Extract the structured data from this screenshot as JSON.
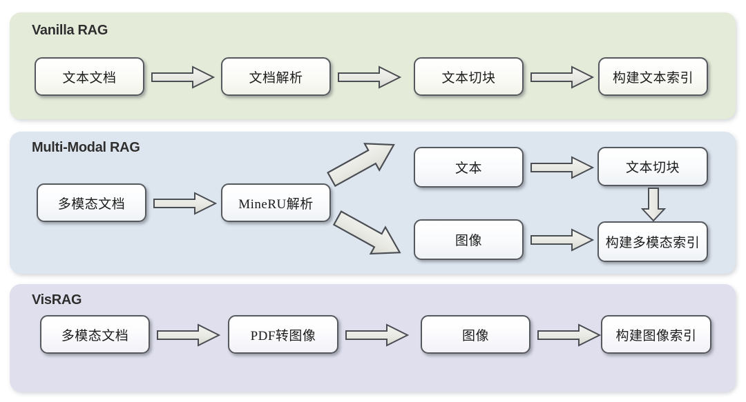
{
  "figure": {
    "type": "diagram",
    "subtype": "flowchart",
    "background": "#ffffff",
    "panel_count": 3
  },
  "panels": [
    {
      "id": "vanilla-rag",
      "title": "Vanilla RAG",
      "color": "#e5ebd9",
      "nodes": [
        {
          "id": "text-doc",
          "label": "文本文档"
        },
        {
          "id": "doc-parse",
          "label": "文档解析"
        },
        {
          "id": "text-chunk",
          "label": "文本切块"
        },
        {
          "id": "build-text-idx",
          "label": "构建文本索引"
        }
      ],
      "arrows": [
        {
          "from": "text-doc",
          "to": "doc-parse",
          "direction": "right"
        },
        {
          "from": "doc-parse",
          "to": "text-chunk",
          "direction": "right"
        },
        {
          "from": "text-chunk",
          "to": "build-text-idx",
          "direction": "right"
        }
      ]
    },
    {
      "id": "multi-modal-rag",
      "title": "Multi-Modal RAG",
      "color": "#dde5ef",
      "nodes": [
        {
          "id": "mm-doc",
          "label": "多模态文档"
        },
        {
          "id": "mineru-parse",
          "label": "MineRU解析"
        },
        {
          "id": "mm-text",
          "label": "文本"
        },
        {
          "id": "mm-image",
          "label": "图像"
        },
        {
          "id": "mm-chunk",
          "label": "文本切块"
        },
        {
          "id": "build-mm-idx",
          "label": "构建多模态索引"
        }
      ],
      "arrows": [
        {
          "from": "mm-doc",
          "to": "mineru-parse",
          "direction": "right"
        },
        {
          "from": "mineru-parse",
          "to": "mm-text",
          "direction": "up-right"
        },
        {
          "from": "mineru-parse",
          "to": "mm-image",
          "direction": "down-right"
        },
        {
          "from": "mm-text",
          "to": "mm-chunk",
          "direction": "right"
        },
        {
          "from": "mm-image",
          "to": "build-mm-idx",
          "direction": "right"
        },
        {
          "from": "mm-chunk",
          "to": "build-mm-idx",
          "direction": "down"
        }
      ]
    },
    {
      "id": "visrag",
      "title": "VisRAG",
      "color": "#dfdfed",
      "nodes": [
        {
          "id": "vis-doc",
          "label": "多模态文档"
        },
        {
          "id": "pdf-to-image",
          "label": "PDF转图像"
        },
        {
          "id": "vis-image",
          "label": "图像"
        },
        {
          "id": "build-img-idx",
          "label": "构建图像索引"
        }
      ],
      "arrows": [
        {
          "from": "vis-doc",
          "to": "pdf-to-image",
          "direction": "right"
        },
        {
          "from": "pdf-to-image",
          "to": "vis-image",
          "direction": "right"
        },
        {
          "from": "vis-image",
          "to": "build-img-idx",
          "direction": "right"
        }
      ]
    }
  ],
  "style": {
    "node_border": "#55585c",
    "node_fill": "#ffffff",
    "arrow_fill": "#e6e6e2",
    "arrow_stroke": "#4a4d52",
    "title_color": "#2e2e2e",
    "node_text_color": "#1b1b1b"
  }
}
